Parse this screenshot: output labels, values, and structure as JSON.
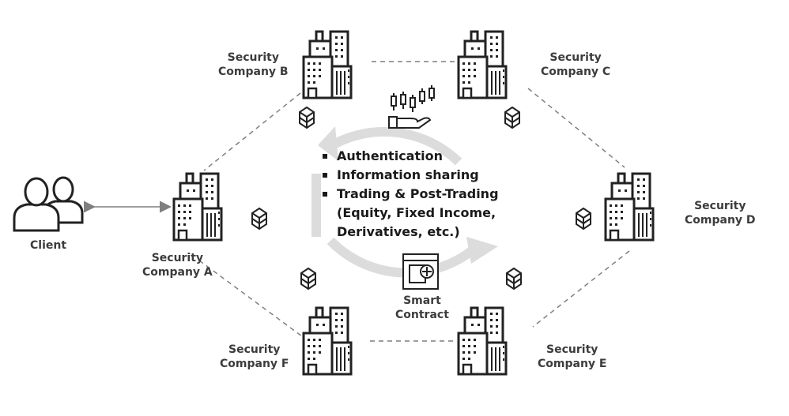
{
  "client": {
    "label": "Client"
  },
  "companies": [
    {
      "id": "A",
      "line1": "Security",
      "line2": "Company A"
    },
    {
      "id": "B",
      "line1": "Security",
      "line2": "Company B"
    },
    {
      "id": "C",
      "line1": "Security",
      "line2": "Company C"
    },
    {
      "id": "D",
      "line1": "Security",
      "line2": "Company D"
    },
    {
      "id": "E",
      "line1": "Security",
      "line2": "Company E"
    },
    {
      "id": "F",
      "line1": "Security",
      "line2": "Company F"
    }
  ],
  "center": {
    "bullets": [
      "Authentication",
      "Information sharing",
      "Trading & Post-Trading"
    ],
    "continuation": [
      "(Equity, Fixed Income,",
      "Derivatives, etc.)"
    ]
  },
  "smart_contract": {
    "line1": "Smart",
    "line2": "Contract"
  },
  "icons": {
    "building": "office-building-icon",
    "block": "blockchain-cube-icon",
    "person": "user-group-icon",
    "trading": "candlestick-hand-icon",
    "contract": "smart-contract-icon"
  },
  "colors": {
    "line": "#7f7f7f",
    "cycle_arrow": "#dcdcdc",
    "text": "#3c3c3c"
  }
}
